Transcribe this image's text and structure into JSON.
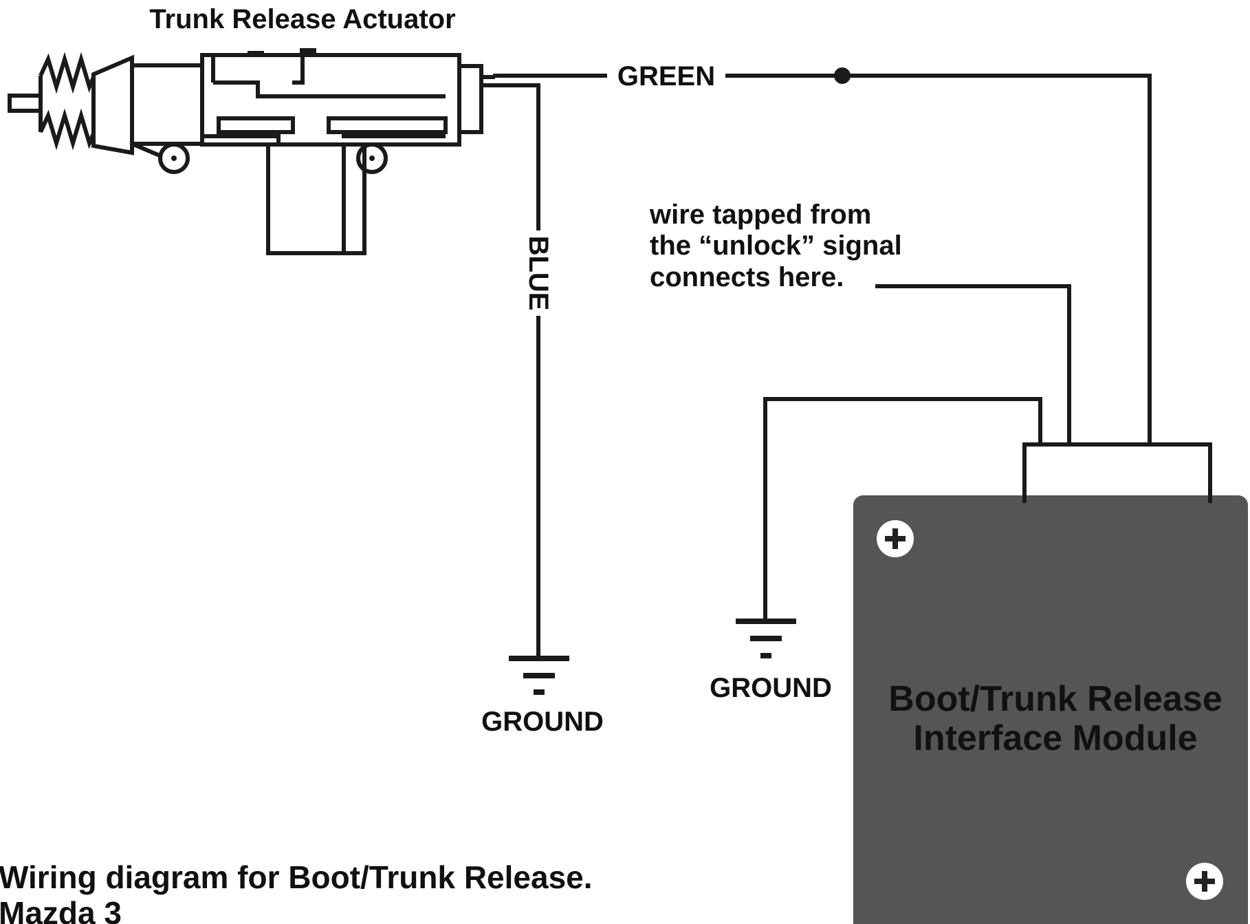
{
  "actuator_label": "Trunk Release Actuator",
  "wire_green_label": "GREEN",
  "wire_blue_label": "BLUE",
  "tap_note": [
    "wire tapped from",
    "the “unlock” signal",
    "connects here."
  ],
  "ground_label_left": "GROUND",
  "ground_label_right": "GROUND",
  "module_label": [
    "Boot/Trunk Release",
    "Interface Module"
  ],
  "module_terminal_symbol": "+",
  "caption": [
    "Wiring diagram for Boot/Trunk Release.",
    "Mazda 3"
  ],
  "colors": {
    "module_fill": "#555555",
    "line": "#1a1a1a",
    "text": "#111111",
    "background": "#ffffff"
  }
}
